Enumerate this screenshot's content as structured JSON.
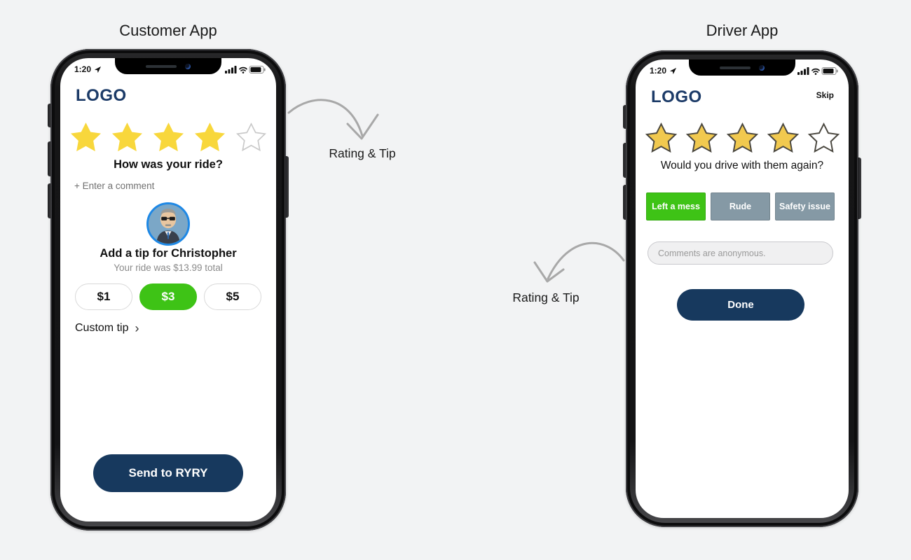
{
  "labels": {
    "customer_title": "Customer App",
    "driver_title": "Driver App",
    "arrow_left_label": "Rating & Tip",
    "arrow_right_label": "Rating & Tip"
  },
  "customer_app": {
    "status_time": "1:20",
    "logo": "LOGO",
    "rating": {
      "filled": 4,
      "total": 5
    },
    "question": "How was your ride?",
    "comment_link": "+ Enter a comment",
    "tip": {
      "title": "Add a tip for Christopher",
      "subtitle": "Your ride was $13.99 total",
      "options": [
        {
          "label": "$1",
          "selected": false
        },
        {
          "label": "$3",
          "selected": true
        },
        {
          "label": "$5",
          "selected": false
        }
      ],
      "custom_label": "Custom tip",
      "custom_chevron": "›"
    },
    "send_button": "Send to RYRY"
  },
  "driver_app": {
    "status_time": "1:20",
    "logo": "LOGO",
    "skip": "Skip",
    "rating": {
      "filled": 4,
      "total": 5
    },
    "question": "Would you drive with them again?",
    "tags": [
      {
        "label": "Left a mess",
        "selected": true
      },
      {
        "label": "Rude",
        "selected": false
      },
      {
        "label": "Safety issue",
        "selected": false
      }
    ],
    "comment_placeholder": "Comments are anonymous.",
    "done_button": "Done"
  },
  "colors": {
    "navy": "#1b3a67",
    "button_navy": "#17395e",
    "green": "#3ec316",
    "tag_gray": "#8599a5",
    "customer_star_fill": "#f8d73c",
    "customer_star_empty_stroke": "#c9c9c9",
    "driver_star_fill": "#f1c94f",
    "driver_star_stroke": "#4a473f",
    "arrow_gray": "#a8a8a8"
  }
}
